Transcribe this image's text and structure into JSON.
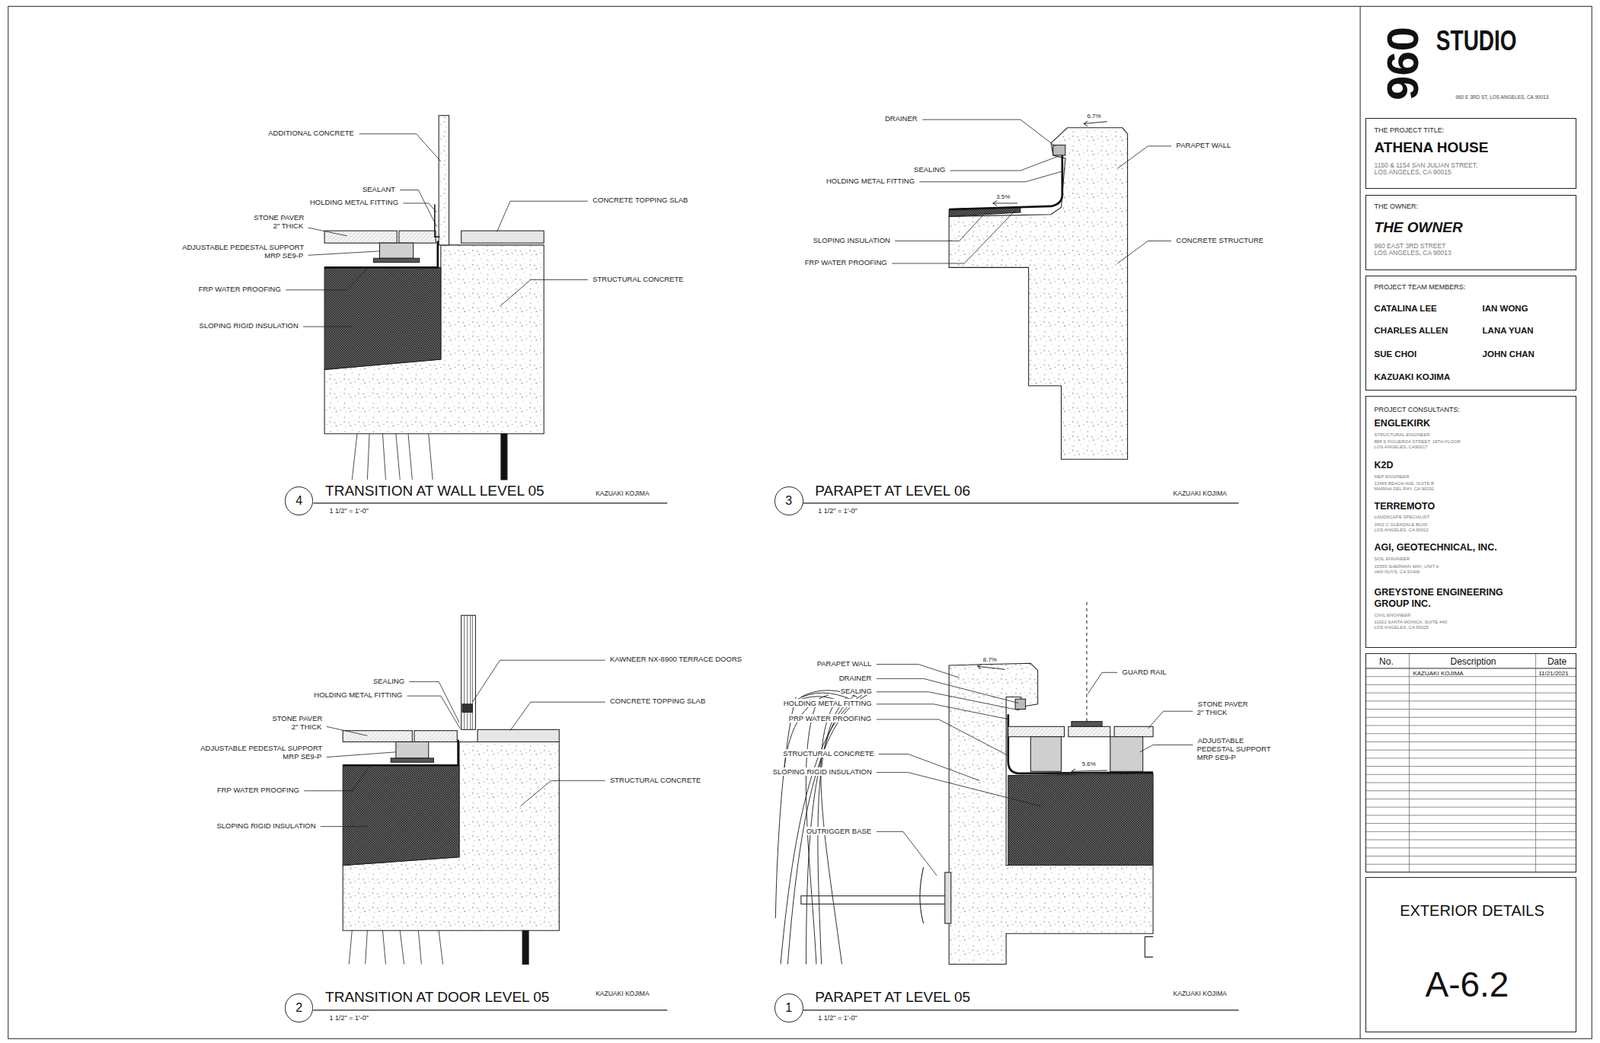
{
  "diagram": {
    "nodes": [
      {
        "text": [
          "4"
        ]
      },
      {
        "text": [
          "3"
        ]
      },
      {
        "text": [
          "2"
        ]
      },
      {
        "text": [
          "1"
        ]
      },
      {
        "text": [
          "THE PROJECT TITLE:",
          "ATHENA HOUSE",
          "1150 & 1154 SAN JULIAN STREET, LOS ANGELES, CA 90015"
        ]
      },
      {
        "text": [
          "THE OWNER:",
          "THE OWNER",
          "960 EAST 3RD STREET LOS ANGELES, CA 90013"
        ]
      },
      {
        "text": [
          "PROJECT TEAM MEMBERS:",
          "CATALINA LEE",
          "IAN WONG",
          "CHARLES ALLEN",
          "LANA YUAN",
          "SUE CHOI",
          "JOHN CHAN",
          "KAZUAKI KOJIMA"
        ]
      },
      {
        "text": [
          "PROJECT CONSULTANTS:",
          "ENGLEKIRK",
          "STRUCTURAL ENGINEER",
          "888 S FIGUEROA STREET, 18TH FLOOR LOS ANGELES, CA90017",
          "K2D",
          "MEP ENGINEER",
          "13465 BEACH AVE, SUITE B MARINA DEL RAY, CA 90292",
          "TERREMOTO",
          "LANDSCAPE SPECIALIST",
          "3401 C GLENDALE BLVD LOS ANGELES, CA 90012",
          "AGI, GEOTECHNICAL, INC.",
          "SOIL ENGINEER",
          "16555 SHERMAN WAY, UNIT A VAN NUYS, CA 91406",
          "GREYSTONE ENGINEERING GROUP INC.",
          "CIVIL ENGINEER",
          "11022 SANTA MONICA, SUITE 440 LOS ANGELES, CA 90025"
        ]
      },
      {
        "text": [
          "No.",
          "Description",
          "Date",
          "KAZUAKI KOJIMA",
          "11/21/2021"
        ]
      },
      {
        "text": [
          "EXTERIOR DETAILS",
          "A-6.2"
        ]
      }
    ],
    "labels": [
      "960",
      "STUDIO",
      "960 E 3RD ST, LOS ANGELES, CA 90013",
      "ADDITIONAL CONCRETE",
      "SEALANT",
      "HOLDING METAL FITTING",
      "STONE PAVER 2\" THICK",
      "ADJUSTABLE PEDESTAL SUPPORT MRP SE9-P",
      "FRP WATER PROOFING",
      "SLOPING RIGID INSULATION",
      "CONCRETE TOPPING SLAB",
      "STRUCTURAL CONCRETE",
      "TRANSITION AT WALL LEVEL 05",
      "1 1/2\" = 1'-0\"",
      "KAZUAKI KOJIMA",
      "DRAINER",
      "6.7%",
      "SEALING",
      "HOLDING METAL FITTING",
      "3.5%",
      "SLOPING INSULATION",
      "FRP WATER PROOFING",
      "PARAPET WALL",
      "CONCRETE STRUCTURE",
      "PARAPET AT LEVEL 06",
      "1 1/2\" = 1'-0\"",
      "KAZUAKI KOJIMA",
      "KAWNEER NX-8900 TERRACE DOORS",
      "SEALING",
      "HOLDING METAL FITTING",
      "CONCRETE TOPPING SLAB",
      "STONE PAVER 2\" THICK",
      "ADJUSTABLE PEDESTAL SUPPORT MRP SE9-P",
      "FRP WATER PROOFING",
      "STRUCTURAL CONCRETE",
      "SLOPING RIGID INSULATION",
      "TRANSITION AT DOOR LEVEL 05",
      "1 1/2\" = 1'-0\"",
      "KAZUAKI KOJIMA",
      "PARAPET WALL",
      "8.7%",
      "DRAINER",
      "SEALING",
      "HOLDING METAL FITTING",
      "PRP WATER PROOFING",
      "STRUCTURAL CONCRETE",
      "SLOPING RIGID INSULATION",
      "OUTRIGGER BASE",
      "GUARD RAIL",
      "STONE PAVER 2\" THICK",
      "ADJUSTABLE PEDESTAL SUPPORT MRP SE9-P",
      "5.6%",
      "PARAPET AT LEVEL 05",
      "1 1/2\" = 1'-0\"",
      "KAZUAKI KOJIMA"
    ]
  }
}
